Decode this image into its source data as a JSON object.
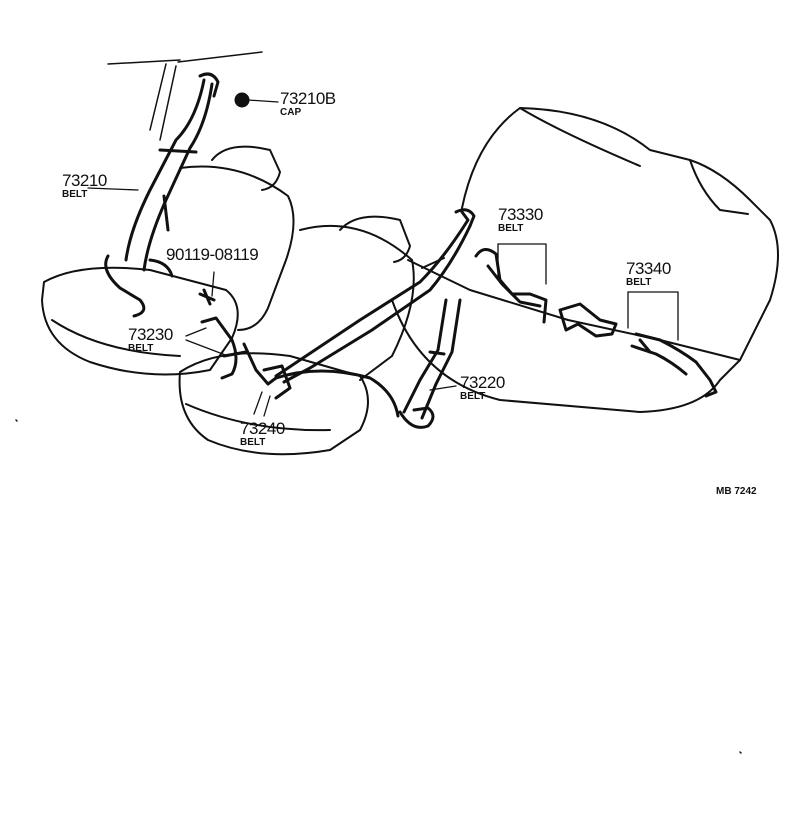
{
  "parts": [
    {
      "id": "cap-73210b",
      "number": "73210B",
      "name": "CAP"
    },
    {
      "id": "belt-73210",
      "number": "73210",
      "name": "BELT"
    },
    {
      "id": "bolt-90119",
      "number": "90119-08119",
      "name": ""
    },
    {
      "id": "belt-73230",
      "number": "73230",
      "name": "BELT"
    },
    {
      "id": "belt-73240",
      "number": "73240",
      "name": "BELT"
    },
    {
      "id": "belt-73220",
      "number": "73220",
      "name": "BELT"
    },
    {
      "id": "belt-73330",
      "number": "73330",
      "name": "BELT"
    },
    {
      "id": "belt-73340",
      "number": "73340",
      "name": "BELT"
    }
  ],
  "reference_code": "MB 7242",
  "colors": {
    "ink": "#111111",
    "paper": "#ffffff"
  }
}
